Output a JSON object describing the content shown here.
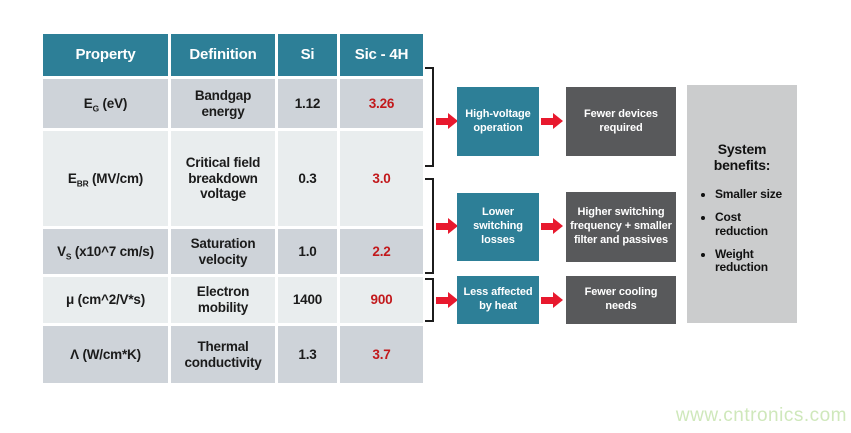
{
  "table": {
    "headers": [
      "Property",
      "Definition",
      "Si",
      "Sic - 4H"
    ],
    "rows": [
      {
        "property_base": "E",
        "property_sub": "G",
        "property_rest": " (eV)",
        "definition": "Bandgap energy",
        "si": "1.12",
        "sic": "3.26"
      },
      {
        "property_base": "E",
        "property_sub": "BR",
        "property_rest": " (MV/cm)",
        "definition": "Critical field breakdown voltage",
        "si": "0.3",
        "sic": "3.0"
      },
      {
        "property_base": "V",
        "property_sub": "S",
        "property_rest": " (x10^7 cm/s)",
        "definition": "Saturation velocity",
        "si": "1.0",
        "sic": "2.2"
      },
      {
        "property_base": "μ",
        "property_sub": "",
        "property_rest": " (cm^2/V*s)",
        "definition": "Electron mobility",
        "si": "1400",
        "sic": "900"
      },
      {
        "property_base": "Λ",
        "property_sub": "",
        "property_rest": " (W/cm*K)",
        "definition": "Thermal conductivity",
        "si": "1.3",
        "sic": "3.7"
      }
    ]
  },
  "flows": [
    {
      "cause": "High-voltage operation",
      "effect": "Fewer devices required"
    },
    {
      "cause": "Lower switching losses",
      "effect": "Higher switching frequency + smaller filter and passives"
    },
    {
      "cause": "Less affected by heat",
      "effect": "Fewer cooling needs"
    }
  ],
  "benefits": {
    "title": "System benefits:",
    "items": [
      "Smaller size",
      "Cost reduction",
      "Weight reduction"
    ]
  },
  "watermark": "www.cntronics.com",
  "colors": {
    "teal": "#2d7f97",
    "dark_gray": "#58595b",
    "panel_gray": "#cbcccd",
    "row_dark": "#ced3d9",
    "row_light": "#e9edee",
    "arrow_red": "#e8192e",
    "value_red": "#c2191c",
    "watermark_green": "#cfe8bb"
  }
}
